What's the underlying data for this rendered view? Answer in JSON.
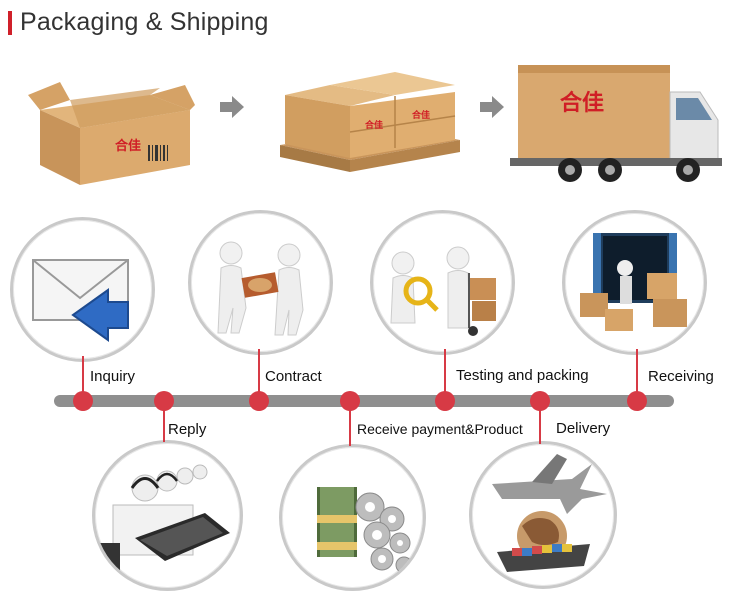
{
  "header": {
    "title": "Packaging & Shipping"
  },
  "colors": {
    "accent": "#d73a45",
    "timeline": "#8f8f8f",
    "box": "#d9a86f",
    "box_dark": "#b9854e",
    "brand_red": "#d01e26"
  },
  "top_icons": [
    "box-icon",
    "arrow-right-icon",
    "pallet-icon",
    "arrow-right-icon",
    "truck-icon"
  ],
  "brand": {
    "mark": "合佳"
  },
  "steps": [
    {
      "label": "Inquiry",
      "icon": "envelope-icon"
    },
    {
      "label": "Reply",
      "icon": "call-center-icon"
    },
    {
      "label": "Contract",
      "icon": "handshake-icon"
    },
    {
      "label": "Receive payment&Product",
      "icon": "money-gears-icon"
    },
    {
      "label": "Testing and packing",
      "icon": "testing-icon"
    },
    {
      "label": "Delivery",
      "icon": "airplane-globe-icon"
    },
    {
      "label": "Receiving",
      "icon": "container-icon"
    }
  ]
}
